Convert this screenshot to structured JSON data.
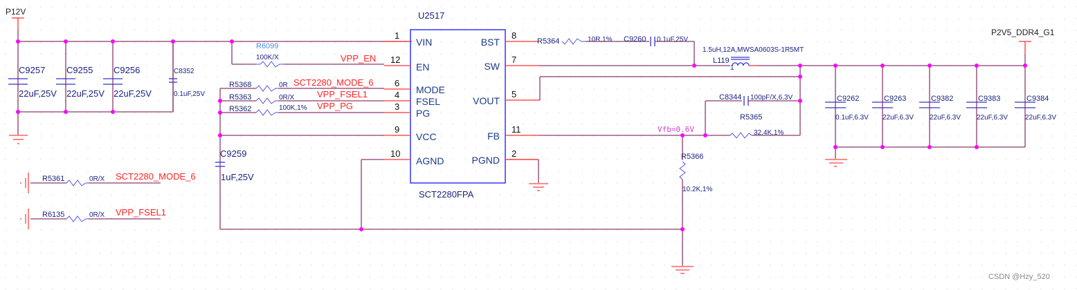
{
  "power_nets": {
    "input": "P12V",
    "output": "P2V5_DDR4_G1"
  },
  "ic": {
    "refdes": "U2517",
    "part": "SCT2280FPA",
    "left_pins": [
      {
        "num": "1",
        "name": "VIN"
      },
      {
        "num": "12",
        "name": "EN"
      },
      {
        "num": "6",
        "name": "MODE"
      },
      {
        "num": "4",
        "name": "FSEL"
      },
      {
        "num": "3",
        "name": "PG"
      },
      {
        "num": "9",
        "name": "VCC"
      },
      {
        "num": "10",
        "name": "AGND"
      }
    ],
    "right_pins": [
      {
        "num": "8",
        "name": "BST"
      },
      {
        "num": "7",
        "name": "SW"
      },
      {
        "num": "5",
        "name": "VOUT"
      },
      {
        "num": "11",
        "name": "FB"
      },
      {
        "num": "2",
        "name": "PGND"
      }
    ]
  },
  "input_caps": [
    {
      "refdes": "C9257",
      "value": "22uF,25V"
    },
    {
      "refdes": "C9255",
      "value": "22uF,25V"
    },
    {
      "refdes": "C9256",
      "value": "22uF,25V"
    },
    {
      "refdes": "C8352",
      "value": "0.1uF,25V"
    }
  ],
  "output_caps": [
    {
      "refdes": "C9262",
      "value": "0.1uF,6.3V"
    },
    {
      "refdes": "C9263",
      "value": "22uF,6.3V"
    },
    {
      "refdes": "C9382",
      "value": "22uF,6.3V"
    },
    {
      "refdes": "C9383",
      "value": "22uF,6.3V"
    },
    {
      "refdes": "C9384",
      "value": "22uF,6.3V"
    }
  ],
  "resistors": {
    "r6099": {
      "refdes": "R6099",
      "value": "100K/X"
    },
    "r5368": {
      "refdes": "R5368",
      "value": "0R"
    },
    "r5363": {
      "refdes": "R5363",
      "value": "0R/X"
    },
    "r5362": {
      "refdes": "R5362",
      "value": "100K,1%"
    },
    "r5364": {
      "refdes": "R5364",
      "value": "10R,1%"
    },
    "r5365": {
      "refdes": "R5365",
      "value": "32.4K,1%"
    },
    "r5366": {
      "refdes": "R5366",
      "value": "10.2K,1%"
    },
    "r5361": {
      "refdes": "R5361",
      "value": "0R/X"
    },
    "r6135": {
      "refdes": "R6135",
      "value": "0R/X"
    }
  },
  "other_caps": {
    "c9260": {
      "refdes": "C9260",
      "value": "0.1uF,25V"
    },
    "c8344": {
      "refdes": "C8344",
      "value": "100pF/X,6.3V"
    },
    "c9259": {
      "refdes": "C9259",
      "value": "1uF,25V"
    }
  },
  "inductor": {
    "refdes": "L119",
    "value": "1.5uH,12A,MWSA0603S-1R5MT",
    "pin_mark": "1"
  },
  "net_labels": {
    "en": "VPP_EN",
    "mode": "SCT2280_MODE_6",
    "fsel": "VPP_FSEL1",
    "pg": "VPP_PG",
    "mode_pd": "SCT2280_MODE_6",
    "fsel_pd": "VPP_FSEL1"
  },
  "annotation": "Vfb=0.6V",
  "watermark": "CSDN @Hzy_520",
  "colors": {
    "wire": "#8b3a6b",
    "pin": "#ff3333",
    "component": "#3333cc",
    "junction": "#ff00ff",
    "net_label": "#ff2222"
  }
}
